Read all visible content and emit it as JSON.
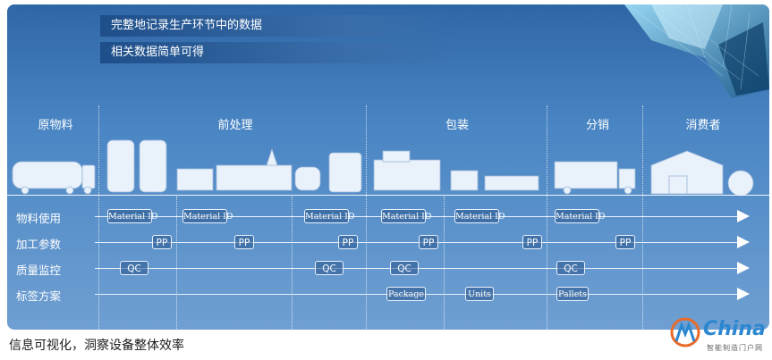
{
  "banners": [
    "完整地记录生产环节中的数据",
    "相关数据简单可得"
  ],
  "stages": [
    "原物料",
    "前处理",
    "包装",
    "分销",
    "消费者"
  ],
  "rows": [
    "物料使用",
    "加工参数",
    "质量监控",
    "标签方案"
  ],
  "tags": {
    "material": "Material ID",
    "pp": "PP",
    "qc": "QC",
    "package": "Package",
    "units": "Units",
    "pallets": "Pallets"
  },
  "caption": "信息可视化，洞察设备整体效率",
  "logo": {
    "text": "China",
    "sub": "智能制造门户网"
  },
  "colors": {
    "panel_top": "#2f66a6",
    "panel_bottom": "#6f9fd2",
    "accent": "#ffffff"
  }
}
